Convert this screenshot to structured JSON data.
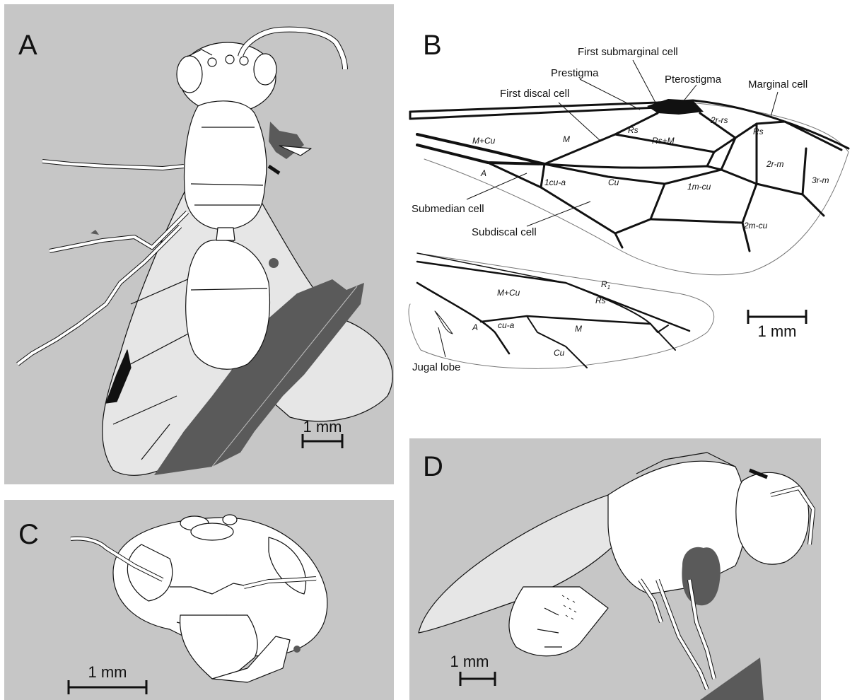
{
  "panels": {
    "a": {
      "label": "A",
      "scale": "1 mm"
    },
    "b": {
      "label": "B",
      "scale": "1 mm",
      "cells": {
        "first_submarginal": "First submarginal cell",
        "prestigma": "Prestigma",
        "pterostigma": "Pterostigma",
        "marginal": "Marginal cell",
        "first_discal": "First discal cell",
        "submedian": "Submedian cell",
        "subdiscal": "Subdiscal cell",
        "jugal_lobe": "Jugal lobe"
      },
      "forewing_veins": {
        "m_cu": "M+Cu",
        "m": "M",
        "rs": "Rs",
        "rs_m": "Rs+M",
        "two_r_rs": "2r-rs",
        "rs2": "Rs",
        "two_r_m": "2r-m",
        "three_r_m": "3r-m",
        "a": "A",
        "one_cu_a": "1cu-a",
        "cu": "Cu",
        "one_m_cu": "1m-cu",
        "two_m_cu": "2m-cu"
      },
      "hindwing_veins": {
        "m_cu": "M+Cu",
        "r1": "R",
        "r1_sub": "1",
        "rs": "Rs",
        "a": "A",
        "cu_a": "cu-a",
        "m": "M",
        "cu": "Cu"
      }
    },
    "c": {
      "label": "C",
      "scale": "1 mm"
    },
    "d": {
      "label": "D",
      "scale": "1 mm"
    }
  },
  "colors": {
    "panel_bg": "#c6c6c6",
    "body_fill": "#ffffff",
    "wing_fill": "#e6e6e6",
    "matrix": "#5a5a5a",
    "line": "#111111"
  }
}
